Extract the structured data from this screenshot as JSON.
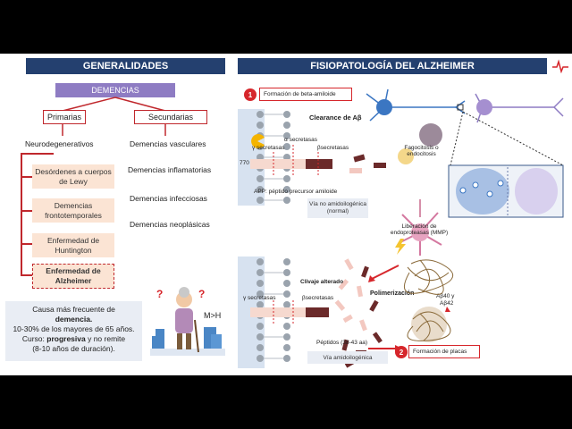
{
  "left": {
    "header": "GENERALIDADES",
    "root": "DEMENCIAS",
    "primarias": "Primarias",
    "secundarias": "Secundarias",
    "neuro": "Neurodegenerativos",
    "primary_items": [
      "Desórdenes a cuerpos de Lewy",
      "Demencias frontotemporales",
      "Enfermedad de Huntington",
      "Enfermedad de Alzheimer"
    ],
    "secondary_items": [
      "Demencias vasculares",
      "Demencias inflamatorias",
      "Demencias infecciosas",
      "Demencias neoplásicas"
    ],
    "info": {
      "l1": "Causa más frecuente de",
      "l2": "demencia.",
      "l3": "10-30% de los mayores de 65 años.",
      "l4a": "Curso: ",
      "l4b": "progresiva",
      "l4c": " y no remite",
      "l5": "(8-10 años de duración)."
    },
    "ratio": "M>H",
    "question": "?"
  },
  "right": {
    "header": "FISIOPATOLOGÍA DEL ALZHEIMER",
    "step1_num": "1",
    "step1": "Formación de beta-amiloide",
    "clearance": "Clearance de Aβ",
    "alpha": "α secretasas",
    "gamma": "γ secretasas",
    "beta": "βsecretasas",
    "n770": "770",
    "app": "APP: péptido precursor amiloide",
    "via_no": "Vía no amidoilogénica (normal)",
    "fago": "Fagocitosis o endocitosis",
    "liberacion": "Liberación de endoproteasas (MMP)",
    "clivaje": "Clivaje alterado",
    "gamma2": "γ secretasas",
    "beta2": "βsecretasas",
    "polimerizacion": "Polimerización",
    "ab40": "Aβ40 y",
    "ab42": "Aβ42",
    "peptidos": "Péptidos (38-43 aa)",
    "via_ami": "Vía amidoilogénica",
    "step2_num": "2",
    "step2": "Formación de placas"
  },
  "colors": {
    "header": "#24406f",
    "accent": "#c0282d",
    "lavender": "#8e7cc3",
    "salmon": "#fbe4d4",
    "info": "#e9edf4"
  }
}
